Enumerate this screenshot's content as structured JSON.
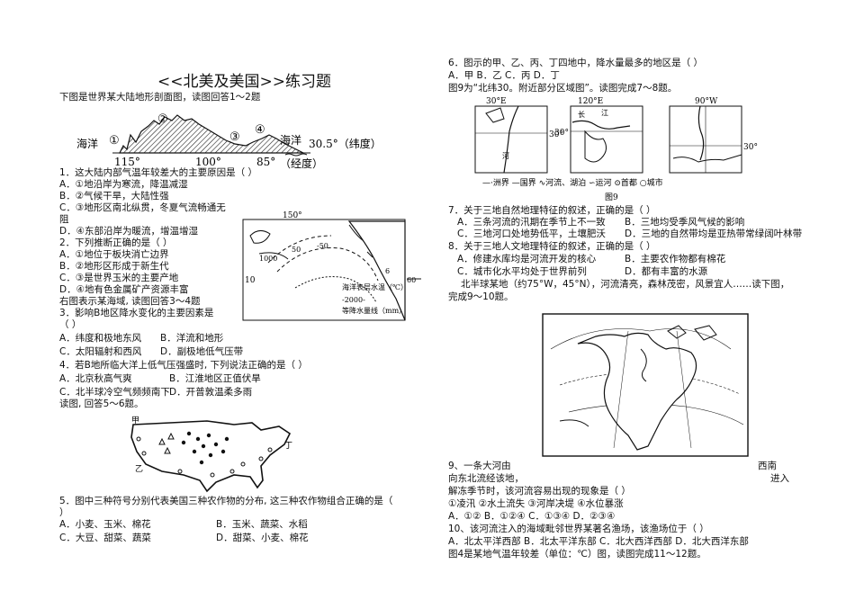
{
  "title": "<<北美及美国>>练习题",
  "left": {
    "intro1": "下图是世界某大陆地形剖面图，读图回答1～2题",
    "profile": {
      "n1": "①",
      "n2": "②",
      "n3": "③",
      "n4": "④",
      "ocean_left": "海洋",
      "ocean_right": "海洋",
      "lat": "30.5°（纬度）",
      "lon1": "115°",
      "lon2": "100°",
      "lon3": "85°",
      "lon_unit": "（经度）"
    },
    "q1": "1．这大陆内部气温年较差大的主要原因是（    ）",
    "q1a": "A．①地沿岸为寒流，降温减湿",
    "q1b": "B．②气候干旱，大陆性强",
    "q1c": "C．③地形区南北纵贯，冬夏气流畅通无",
    "q1c2": "阻",
    "q1d": "D．④东部沿岸为暖流，增温增湿",
    "q2": "2．下列推断正确的是（    ）",
    "q2a": "A．①地位于板块消亡边界",
    "q2b": "B．②地形区形成于新生代",
    "q2c": "C．③是世界玉米的主要产地",
    "q2d": "D．④地有色金属矿产资源丰富",
    "intro2": "右图表示某海域, 读图回答3～4题",
    "q3": "3．影响B地区降水变化的主要因素是",
    "q3b": "（    ）",
    "q3a": "A．纬度和极地东风",
    "q3bb": "B．洋流和地形",
    "q3c": "C．太阳辐射和西风",
    "q3d": "D．副极地低气压带",
    "q4": "4．若B地所临大洋上低气压强盛时, 下列说法正确的是（    ）",
    "q4a": "A．北京秋高气爽",
    "q4b": "B．江淮地区正值伏旱",
    "q4c": "C．北半球冷空气频频南下",
    "q4d": "D．开普敦温柔多雨",
    "intro3": "读图, 回答5～6题。",
    "sea_map": {
      "lon150": "150°",
      "t10": "10",
      "t50": "50",
      "tm50": "-50",
      "t1000": "1000",
      "t6": "6",
      "t60": "60",
      "lab1": "海洋表层水温（℃）",
      "lab2_num": "-2000-",
      "lab2": "等降水量线（mm）"
    },
    "us_map": {
      "jia": "甲",
      "yi": "乙",
      "ding": "丁"
    },
    "q5": "5．图中三种符号分别代表美国三种农作物的分布, 这三种农作物组合正确的是（",
    "q5b": "）",
    "q5a": "A．小麦、玉米、棉花",
    "q5bb": "B．玉米、蔬菜、水稻",
    "q5c": "C．大豆、甜菜、蔬菜",
    "q5d": "D．甜菜、小麦、棉花"
  },
  "right": {
    "q6": "6．图示的甲、乙、丙、丁四地中，降水量最多的地区是（    ）",
    "q6opts": "A．甲          B．乙          C．丙          D．丁",
    "intro4": "图9为“北纬30。附近部分区域图”。读图完成7～8题。",
    "fig9": {
      "m1_lon": "30°E",
      "m1_lat": "30°",
      "m1_river": "河",
      "m2_lon": "120°E",
      "m2_lat": "30°",
      "m2_river1": "长",
      "m2_river2": "江",
      "m3_lon": "90°W",
      "m3_lat": "30°",
      "legend": "—·洲界  —国界  ∿河流、湖泊  ∽运河  ⊙首都  ○城市",
      "caption": "图9"
    },
    "q7": "7．关于三地自然地理特征的叙述，正确的是（    ）",
    "q7a": "A．三条河流的汛期在季节上不一致",
    "q7b": "B．三地均受季风气候的影响",
    "q7c": "C．三地河口处地势低平，土壤肥沃",
    "q7d": "D．三地的自然带均是亚热带常绿阔叶林带",
    "q8": "8．关于三地人文地理特征的叙述，正确的是（    ）",
    "q8a": "A．修建水库均是河流开发的核心",
    "q8b": "B．主要农作物都有棉花",
    "q8c": "C．城市化水平均处于世界前列",
    "q8d": "D．都有丰富的水源",
    "intro5": "北半球某地（约75°W，45°N），河流清亮，森林茂密，风景宜人……读下图，",
    "intro5b": "完成9～10题。",
    "q9": "9、一条大河由",
    "q9_sw": "西南",
    "q9b": "向东北流经该地，",
    "q9_in": "进入",
    "q9c": "解冻季节时，该河流容易出现的现象是（    ）",
    "q9opts": "①凌汛    ②水土流失    ③河岸决堤    ④水位暴涨",
    "q9opts2": "A．①②      B．①②④      C．①③④      D．②③④",
    "q10": "10、该河流注入的海域毗邻世界某著名渔场，该渔场位于（    ）",
    "q10opts": "A．北太平洋西部  B．北太平洋东部     C．北大西洋西部    D．北大西洋东部",
    "intro6": "图4是某地气温年较差（单位：℃）图，读图完成11～12题。"
  }
}
